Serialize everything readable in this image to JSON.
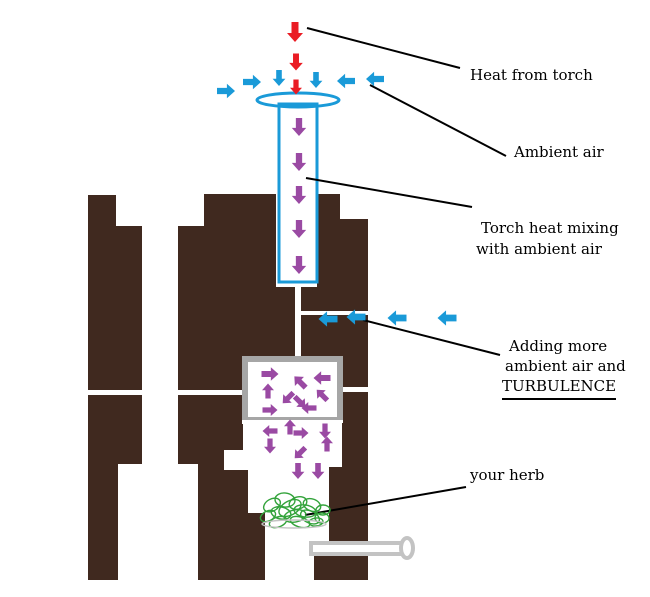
{
  "colors": {
    "wood": "#40291f",
    "heat_arrow": "#ea1c24",
    "air_arrow": "#1a9ad8",
    "mix_arrow": "#9a4aa3",
    "box_border": "#a6a6a6",
    "herb": "#33a33b",
    "pin": "#c3c3c3",
    "leader": "#000000"
  },
  "labels": {
    "heat": "Heat from torch",
    "ambient": "Ambient air",
    "mixing_1": "Torch heat mixing",
    "mixing_2": "with ambient air",
    "adding_1": "Adding more",
    "adding_2": "ambient air and",
    "turbulence": "TURBULENCE",
    "herb": "your herb"
  }
}
